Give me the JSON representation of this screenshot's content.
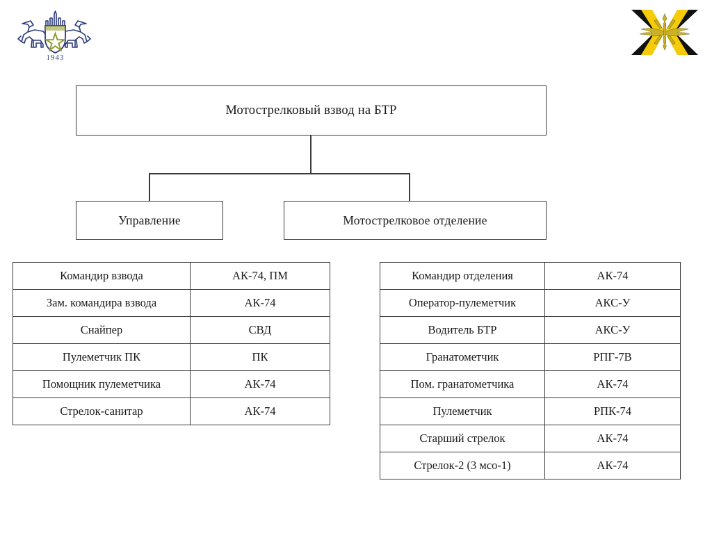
{
  "emblems": {
    "left": {
      "name": "heraldic-lions-shield-1943",
      "year": "1943",
      "outline_color": "#2b3a7a",
      "accent_color": "#8f9b1f"
    },
    "right": {
      "name": "signal-troops-winged-emblem",
      "colors": [
        "#f5cb0a",
        "#111111",
        "#ffffff",
        "#9a8b1e"
      ]
    }
  },
  "chart": {
    "root": {
      "label": "Мотострелковый взвод на БТР"
    },
    "children": [
      {
        "label": "Управление"
      },
      {
        "label": "Мотострелковое отделение"
      }
    ]
  },
  "tables": {
    "upravlenie": {
      "rows": [
        {
          "role": "Командир взвода",
          "weapon": "АК-74, ПМ"
        },
        {
          "role": "Зам. командира взвода",
          "weapon": "АК-74"
        },
        {
          "role": "Снайпер",
          "weapon": "СВД"
        },
        {
          "role": "Пулеметчик ПК",
          "weapon": "ПК"
        },
        {
          "role": "Помощник пулеметчика",
          "weapon": "АК-74"
        },
        {
          "role": "Стрелок-санитар",
          "weapon": "АК-74"
        }
      ]
    },
    "otdelenie": {
      "rows": [
        {
          "role": "Командир отделения",
          "weapon": "АК-74"
        },
        {
          "role": "Оператор-пулеметчик",
          "weapon": "АКС-У"
        },
        {
          "role": "Водитель БТР",
          "weapon": "АКС-У"
        },
        {
          "role": "Гранатометчик",
          "weapon": "РПГ-7В"
        },
        {
          "role": "Пом. гранатометчика",
          "weapon": "АК-74"
        },
        {
          "role": "Пулеметчик",
          "weapon": "РПК-74"
        },
        {
          "role": "Старший стрелок",
          "weapon": "АК-74"
        },
        {
          "role": "Стрелок-2 (3 мсо-1)",
          "weapon": "АК-74"
        }
      ]
    }
  },
  "colors": {
    "line": "#3a3a3a",
    "background": "#ffffff",
    "text": "#1a1a1a"
  }
}
